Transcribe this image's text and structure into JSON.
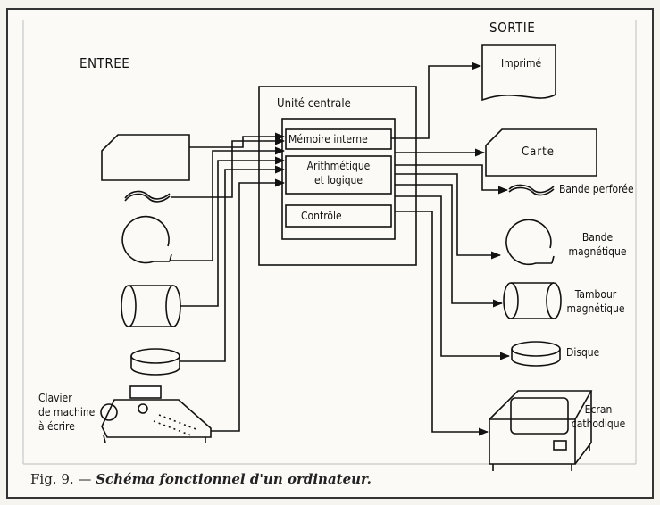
{
  "labels": {
    "entree": "ENTREE",
    "sortie": "SORTIE",
    "unite_centrale": "Unité centrale",
    "memoire_interne": "Mémoire interne",
    "arithmetique_l1": "Arithmétique",
    "arithmetique_l2": "et logique",
    "controle": "Contrôle",
    "imprime": "Imprimé",
    "carte": "Carte",
    "bande_perforee": "Bande perforée",
    "bande_magnetique_l1": "Bande",
    "bande_magnetique_l2": "magnétique",
    "tambour_l1": "Tambour",
    "tambour_l2": "magnétique",
    "disque": "Disque",
    "ecran_l1": "Ecran",
    "ecran_l2": "cathodique",
    "clavier_l1": "Clavier",
    "clavier_l2": "de machine",
    "clavier_l3": "à écrire"
  },
  "caption": {
    "prefix": "Fig. 9. —",
    "title": "Schéma fonctionnel d'un ordinateur."
  }
}
